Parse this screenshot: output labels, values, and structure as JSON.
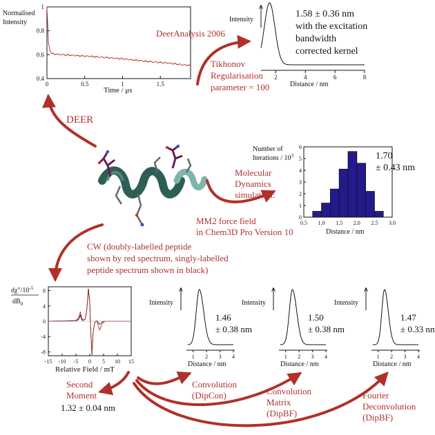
{
  "colors": {
    "accent": "#b0302a",
    "bar": "#241a8c",
    "helix": "#2d5f55",
    "helix_light": "#7fb5aa",
    "residue": "#6b1c55",
    "ink": "#111111"
  },
  "deer_plot": {
    "ylabel_1": "Normalised",
    "ylabel_2": "Intensity",
    "xlabel": "Time / μs",
    "y_ticks": [
      "0.4",
      "0.6",
      "0.8",
      "1"
    ],
    "x_ticks": [
      "0",
      "0.5",
      "1",
      "1.5"
    ],
    "chart_data": {
      "type": "line",
      "title": "DEER time trace",
      "xlabel": "Time / μs",
      "ylabel": "Normalised Intensity",
      "xlim": [
        0,
        1.9
      ],
      "ylim": [
        0.4,
        1.0
      ],
      "x": [
        0.0,
        0.01,
        0.02,
        0.04,
        0.06,
        0.1,
        0.2,
        0.4,
        0.6,
        0.8,
        1.0,
        1.2,
        1.4,
        1.6,
        1.8,
        1.9
      ],
      "y": [
        1.0,
        0.86,
        0.7,
        0.63,
        0.61,
        0.605,
        0.6,
        0.592,
        0.585,
        0.575,
        0.565,
        0.552,
        0.54,
        0.53,
        0.515,
        0.51
      ]
    }
  },
  "deer_label": "DEER",
  "deer_analysis": {
    "arrow_label": "DeerAnalysis 2006",
    "tikhonov_lines": [
      "Tikhonov",
      "Regularisation",
      "parameter = 100"
    ],
    "ylabel": "Intensity",
    "xlabel": "Distance / nm",
    "x_ticks": [
      "2",
      "4",
      "6",
      "8"
    ],
    "result_lines": [
      "1.58 ± 0.36 nm",
      "with the excitation",
      "bandwidth",
      "corrected kernel"
    ],
    "chart_data": {
      "type": "line",
      "title": "Tikhonov distance distribution",
      "xlabel": "Distance / nm",
      "ylabel": "Intensity",
      "xlim": [
        1,
        8
      ],
      "peak_center": 1.58,
      "peak_width": 0.36
    }
  },
  "md": {
    "label_lines": [
      "Molecular",
      "Dynamics",
      "simulation:"
    ],
    "force_field_lines": [
      "MM2 force field",
      "in Chem3D Pro Version 10"
    ],
    "ylabel_1": "Number of",
    "ylabel_2": "Iterations / 10",
    "ylabel_exp": "3",
    "xlabel": "Distance / nm",
    "y_ticks": [
      "0",
      "1",
      "2",
      "3",
      "4",
      "5",
      "6"
    ],
    "x_ticks": [
      "0.5",
      "1.0",
      "1.5",
      "2.0",
      "2.5",
      "3.0"
    ],
    "result_lines": [
      "1.70",
      "± 0.43 nm"
    ],
    "chart_data": {
      "type": "bar",
      "title": "Molecular dynamics distance histogram",
      "xlabel": "Distance / nm",
      "ylabel": "Number of Iterations / 10^3",
      "xlim": [
        0.5,
        3.0
      ],
      "ylim": [
        0,
        6
      ],
      "bin_width": 0.25,
      "bin_starts": [
        0.75,
        1.0,
        1.25,
        1.5,
        1.75,
        2.0,
        2.25,
        2.5
      ],
      "values": [
        0.5,
        1.2,
        2.4,
        4.1,
        5.6,
        4.6,
        2.2,
        0.5
      ]
    }
  },
  "cw": {
    "label_lines": [
      "CW (doubly-labelled peptide",
      "shown by red spectrum, singly-labelled",
      "peptide spectrum shown in black)"
    ],
    "ylabel_num": "dχ″/10",
    "ylabel_exp": "-5",
    "ylabel_den": "dB",
    "ylabel_sub": "0",
    "xlabel": "Relative Field / mT",
    "y_ticks": [
      "8",
      "4",
      "0",
      "-4",
      "-8"
    ],
    "x_ticks": [
      "-15",
      "-10",
      "-5",
      "0",
      "5",
      "10",
      "15"
    ],
    "chart_data": {
      "type": "line",
      "title": "CW EPR spectra",
      "xlabel": "Relative Field / mT",
      "ylabel": "dχ″/dB0 / 10^-5",
      "xlim": [
        -15,
        15
      ],
      "ylim": [
        -9,
        9
      ],
      "series": [
        {
          "name": "doubly-labelled peptide",
          "color": "red",
          "x": [
            -15,
            -5,
            -4,
            -3.4,
            -3,
            -2.5,
            -1.6,
            -1,
            -0.5,
            0,
            0.3,
            0.8,
            1.2,
            1.8,
            2.5,
            3.1,
            3.6,
            4.5,
            5.5,
            15
          ],
          "y": [
            0,
            0.2,
            1.0,
            2.5,
            1.0,
            0.3,
            0.6,
            3.5,
            8.0,
            5.0,
            -2.0,
            -8.5,
            -3.0,
            -0.4,
            0.2,
            -1.2,
            -2.3,
            -0.6,
            0,
            0
          ]
        },
        {
          "name": "singly-labelled peptide",
          "color": "black",
          "x": [
            -15,
            -5,
            -4,
            -3.4,
            -3,
            -2.5,
            -1.6,
            -1,
            -0.5,
            0,
            0.3,
            0.8,
            1.2,
            1.8,
            2.5,
            3.1,
            3.6,
            4.5,
            5.5,
            15
          ],
          "y": [
            0,
            0.1,
            0.5,
            1.6,
            0.6,
            0.2,
            0.6,
            3.5,
            8.5,
            5.2,
            -2.0,
            -8.8,
            -3.0,
            -0.3,
            0.1,
            -0.4,
            -0.8,
            -0.2,
            0,
            0
          ]
        }
      ]
    }
  },
  "second_moment": {
    "label_lines": [
      "Second",
      "Moment"
    ],
    "result": "1.32 ± 0.04 nm"
  },
  "methods": [
    {
      "name_lines": [
        "Convolution",
        "(DipCon)"
      ],
      "ylabel": "Intensity",
      "xlabel": "Distance / nm",
      "x_ticks": [
        "1",
        "2",
        "3",
        "4"
      ],
      "result_lines": [
        "1.46",
        "± 0.38 nm"
      ],
      "peak_center": 1.46,
      "peak_width": 0.38
    },
    {
      "name_lines": [
        "Convolution",
        "Matrix",
        "(DipBF)"
      ],
      "ylabel": "Intensity",
      "xlabel": "Distance / nm",
      "x_ticks": [
        "1",
        "2",
        "3",
        "4"
      ],
      "result_lines": [
        "1.50",
        "± 0.38 nm"
      ],
      "peak_center": 1.5,
      "peak_width": 0.38
    },
    {
      "name_lines": [
        "Fourier",
        "Deconvolution",
        "(DipBF)"
      ],
      "ylabel": "Intensity",
      "xlabel": "Distance / nm",
      "x_ticks": [
        "1",
        "2",
        "3",
        "4"
      ],
      "result_lines": [
        "1.47",
        "± 0.33 nm"
      ],
      "peak_center": 1.47,
      "peak_width": 0.33
    }
  ]
}
